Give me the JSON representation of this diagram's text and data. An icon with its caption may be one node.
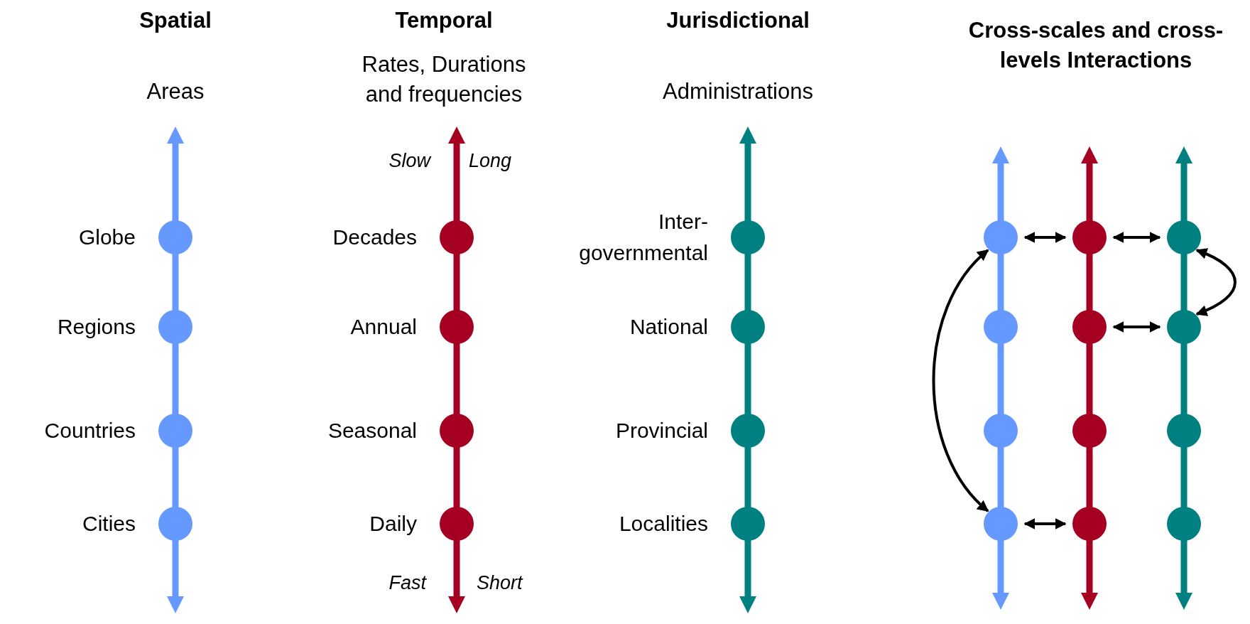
{
  "diagram": {
    "nodes": [
      {
        "text": [],
        "shape": "circle",
        "beside": [
          "Globe"
        ]
      },
      {
        "text": [],
        "shape": "circle",
        "beside": [
          "Regions"
        ]
      },
      {
        "text": [],
        "shape": "circle",
        "beside": [
          "Countries"
        ]
      },
      {
        "text": [],
        "shape": "circle",
        "beside": [
          "Cities"
        ]
      },
      {
        "text": [],
        "shape": "circle",
        "beside": [
          "Decades"
        ]
      },
      {
        "text": [],
        "shape": "circle",
        "beside": [
          "Annual"
        ]
      },
      {
        "text": [],
        "shape": "circle",
        "beside": [
          "Seasonal"
        ]
      },
      {
        "text": [],
        "shape": "circle",
        "beside": [
          "Daily"
        ]
      },
      {
        "text": [],
        "shape": "circle",
        "beside": [
          "Inter- governmental"
        ]
      },
      {
        "text": [],
        "shape": "circle",
        "beside": [
          "National"
        ]
      },
      {
        "text": [],
        "shape": "circle",
        "beside": [
          "Provincial"
        ]
      },
      {
        "text": [],
        "shape": "circle",
        "beside": [
          "Localities"
        ]
      },
      {
        "text": [],
        "shape": "circle"
      },
      {
        "text": [],
        "shape": "circle"
      },
      {
        "text": [],
        "shape": "circle"
      },
      {
        "text": [],
        "shape": "circle"
      },
      {
        "text": [],
        "shape": "circle"
      },
      {
        "text": [],
        "shape": "circle"
      },
      {
        "text": [],
        "shape": "circle"
      },
      {
        "text": [],
        "shape": "circle"
      },
      {
        "text": [],
        "shape": "circle"
      },
      {
        "text": [],
        "shape": "circle"
      },
      {
        "text": [],
        "shape": "circle"
      },
      {
        "text": [],
        "shape": "circle"
      }
    ],
    "edges": [
      {
        "from": 12,
        "to": 16,
        "arrow": "both"
      },
      {
        "from": 16,
        "to": 20,
        "arrow": "both"
      },
      {
        "from": 17,
        "to": 21,
        "arrow": "both"
      },
      {
        "from": 15,
        "to": 19,
        "arrow": "both"
      },
      {
        "from": 12,
        "to": 15,
        "arrow": "both"
      },
      {
        "from": 20,
        "to": 21,
        "arrow": "both"
      }
    ],
    "labels": [
      "Spatial",
      "Temporal",
      "Jurisdictional",
      "Cross-scales and cross-levels Interactions",
      "Areas",
      "Rates, Durations and frequencies",
      "Administrations",
      "Slow",
      "Long",
      "Fast",
      "Short"
    ]
  }
}
